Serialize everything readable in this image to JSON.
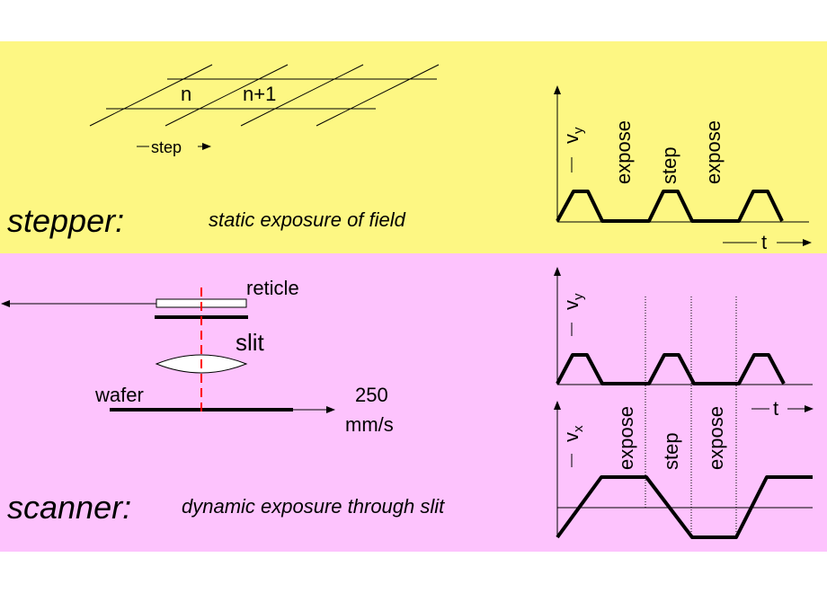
{
  "stepper": {
    "title": "stepper:",
    "caption": "static exposure of field",
    "field_left": "n",
    "field_right": "n+1",
    "step_label": "step",
    "graph": {
      "axis_label": "v",
      "axis_sub": "y",
      "labels": [
        "expose",
        "step",
        "expose"
      ],
      "time_label": "t"
    }
  },
  "scanner": {
    "title": "scanner:",
    "caption": "dynamic exposure through slit",
    "reticle_label": "reticle",
    "slit_label": "slit",
    "wafer_label": "wafer",
    "speed_value": "250",
    "speed_unit": "mm/s",
    "graph_y": {
      "axis_label": "v",
      "axis_sub": "y",
      "time_label": "t"
    },
    "graph_x": {
      "axis_label": "v",
      "axis_sub": "x",
      "labels": [
        "expose",
        "step",
        "expose"
      ]
    }
  },
  "colors": {
    "stepper_bg": "#fdf783",
    "scanner_bg": "#fdc3fd",
    "beam": "#ff0000"
  }
}
